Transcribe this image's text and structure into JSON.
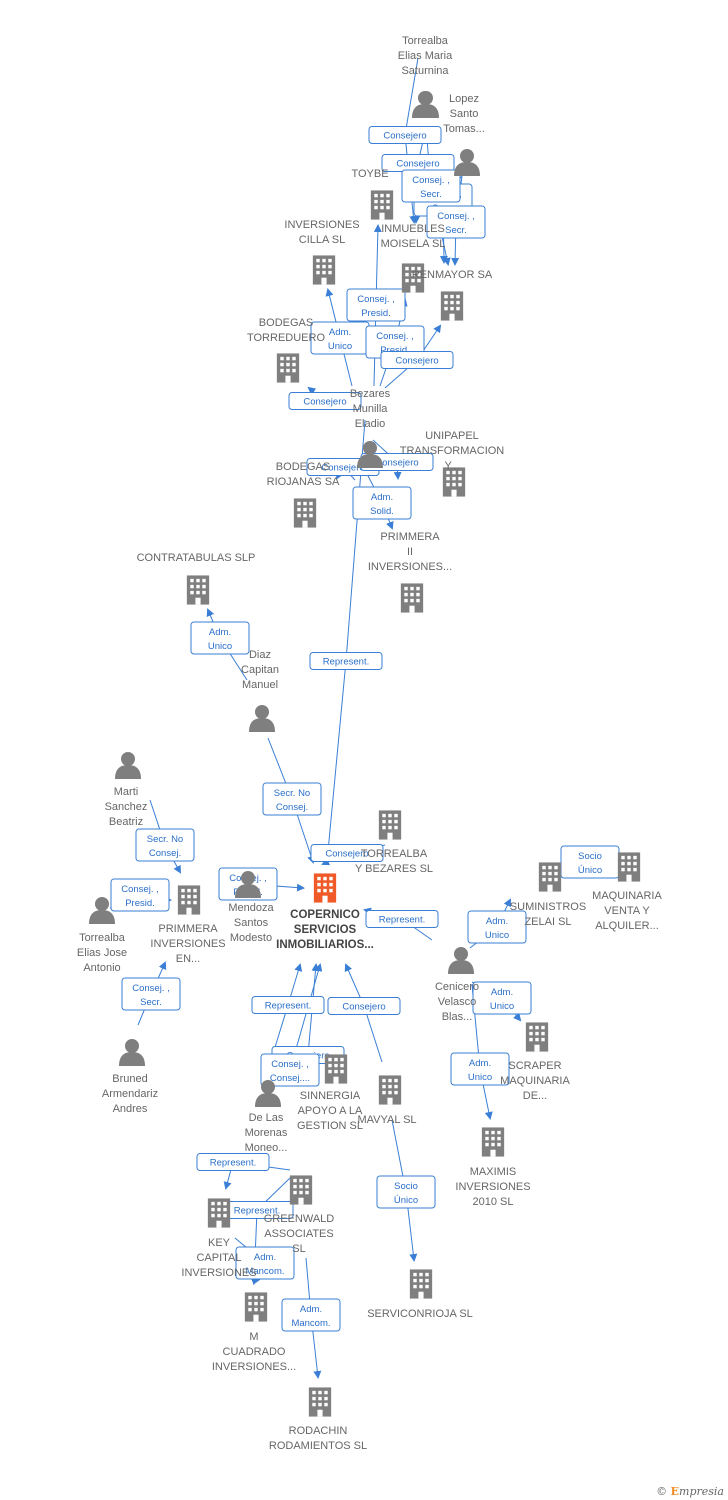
{
  "colors": {
    "edge": "#3a7fd5",
    "node": "#7f7f7f",
    "main_node": "#f05a28"
  },
  "nodes": [
    {
      "id": "copernico",
      "type": "company",
      "main": true,
      "lines": [
        "COPERNICO",
        "SERVICIOS",
        "INMOBILIARIOS..."
      ]
    },
    {
      "id": "torrealba_elias_maria",
      "type": "person",
      "lines": [
        "Torrealba",
        "Elias Maria",
        "Saturnina"
      ]
    },
    {
      "id": "lopez_santo",
      "type": "person",
      "lines": [
        "Lopez",
        "Santo",
        "Tomas..."
      ]
    },
    {
      "id": "person_top2",
      "type": "person",
      "lines": []
    },
    {
      "id": "toybe",
      "type": "company",
      "lines": [
        "TOYBE"
      ]
    },
    {
      "id": "inmuebles_moisela",
      "type": "company",
      "lines": [
        "INMUEBLES",
        "MOISELA SL"
      ]
    },
    {
      "id": "inversiones_cilla",
      "type": "company",
      "lines": [
        "INVERSIONES",
        "CILLA SL"
      ]
    },
    {
      "id": "bodegas_torreduero",
      "type": "company",
      "lines": [
        "BODEGAS",
        "TORREDUERO"
      ]
    },
    {
      "id": "rendimientos_mayor",
      "type": "company",
      "lines": [
        "RENMAYOR SA"
      ]
    },
    {
      "id": "bezares_munilla",
      "type": "person",
      "lines": [
        "Bezares",
        "Munilla",
        "Eladio"
      ]
    },
    {
      "id": "unipapel",
      "type": "company",
      "lines": [
        "UNIPAPEL",
        "TRANSFORMACION",
        "Y..."
      ]
    },
    {
      "id": "bodegas_riojanas",
      "type": "company",
      "lines": [
        "BODEGAS",
        "RIOJANAS SA"
      ]
    },
    {
      "id": "primmera_ii",
      "type": "company",
      "lines": [
        "PRIMMERA",
        "II",
        "INVERSIONES..."
      ]
    },
    {
      "id": "contratabulas",
      "type": "company",
      "lines": [
        "CONTRATABULAS SLP"
      ]
    },
    {
      "id": "diaz_capitan",
      "type": "person",
      "lines": [
        "Diaz",
        "Capitan",
        "Manuel"
      ]
    },
    {
      "id": "marti_sanchez",
      "type": "person",
      "lines": [
        "Marti",
        "Sanchez",
        "Beatriz"
      ]
    },
    {
      "id": "torrealba_bezares",
      "type": "company",
      "lines": [
        "TORREALBA",
        "Y BEZARES SL"
      ]
    },
    {
      "id": "suministros_zelai",
      "type": "company",
      "lines": [
        "SUMINISTROS",
        "ZELAI SL"
      ]
    },
    {
      "id": "maquinaria_venta",
      "type": "company",
      "lines": [
        "MAQUINARIA",
        "VENTA Y",
        "ALQUILER..."
      ]
    },
    {
      "id": "torrealba_elias_jose",
      "type": "person",
      "lines": [
        "Torrealba",
        "Elias Jose",
        "Antonio"
      ]
    },
    {
      "id": "primmera_inversiones_en",
      "type": "company",
      "lines": [
        "PRIMMERA",
        "INVERSIONES",
        "EN..."
      ]
    },
    {
      "id": "mendoza_santos",
      "type": "person",
      "lines": [
        "Mendoza",
        "Santos",
        "Modesto"
      ]
    },
    {
      "id": "cenicero_velasco",
      "type": "person",
      "lines": [
        "Cenicero",
        "Velasco",
        "Blas..."
      ]
    },
    {
      "id": "scraper",
      "type": "company",
      "lines": [
        "SCRAPER",
        "MAQUINARIA",
        "DE..."
      ]
    },
    {
      "id": "bruned",
      "type": "person",
      "lines": [
        "Bruned",
        "Armendariz",
        "Andres"
      ]
    },
    {
      "id": "de_las_morenas",
      "type": "person",
      "lines": [
        "De Las",
        "Morenas",
        "Moneo..."
      ]
    },
    {
      "id": "sinnergia",
      "type": "company",
      "lines": [
        "SINNERGIA",
        "APOYO A LA",
        "GESTION SL"
      ]
    },
    {
      "id": "mavyal",
      "type": "company",
      "lines": [
        "MAVYAL SL"
      ]
    },
    {
      "id": "maximis",
      "type": "company",
      "lines": [
        "MAXIMIS",
        "INVERSIONES",
        "2010 SL"
      ]
    },
    {
      "id": "greenwald",
      "type": "company",
      "lines": [
        "GREENWALD",
        "ASSOCIATES",
        "SL"
      ]
    },
    {
      "id": "key_capital",
      "type": "company",
      "lines": [
        "KEY",
        "CAPITAL",
        "INVERSIONES"
      ]
    },
    {
      "id": "serviconrioja",
      "type": "company",
      "lines": [
        "SERVICONRIOJA SL"
      ]
    },
    {
      "id": "m_cuadrado",
      "type": "company",
      "lines": [
        "M",
        "CUADRADO",
        "INVERSIONES..."
      ]
    },
    {
      "id": "rodachin",
      "type": "company",
      "lines": [
        "RODACHIN",
        "RODAMIENTOS SL"
      ]
    }
  ],
  "relations": [
    {
      "from": "torrealba_elias_maria",
      "to": "inmuebles_moisela",
      "lines": [
        "Consejero"
      ]
    },
    {
      "from": "lopez_santo",
      "to": "inmuebles_moisela",
      "lines": [
        "Consejero"
      ]
    },
    {
      "from": "person_top2",
      "to": "inmuebles_moisela",
      "lines": [
        "Consej. ,",
        "Secr."
      ]
    },
    {
      "from": "person_top2",
      "to": "rendimientos_mayor",
      "lines": [
        "Consej. ,",
        "Secr."
      ]
    },
    {
      "from": "lopez_santo",
      "to": "rendimientos_mayor",
      "lines": [
        "Consej. ,",
        "Secr."
      ]
    },
    {
      "from": "bezares_munilla",
      "to": "inversiones_cilla",
      "lines": [
        "Adm.",
        "Unico"
      ]
    },
    {
      "from": "bezares_munilla",
      "to": "toybe",
      "lines": [
        "Consej. ,",
        "Presid."
      ]
    },
    {
      "from": "bezares_munilla",
      "to": "inmuebles_moisela",
      "lines": [
        "Consej. ,",
        "Presid."
      ]
    },
    {
      "from": "bezares_munilla",
      "to": "rendimientos_mayor",
      "lines": [
        "Consejero"
      ]
    },
    {
      "from": "bezares_munilla",
      "to": "bodegas_torreduero",
      "lines": [
        "Consejero"
      ]
    },
    {
      "from": "bezares_munilla",
      "to": "bodegas_riojanas",
      "lines": [
        "Consejero"
      ]
    },
    {
      "from": "bezares_munilla",
      "to": "unipapel",
      "lines": [
        "Consejero"
      ]
    },
    {
      "from": "bezares_munilla",
      "to": "primmera_ii",
      "lines": [
        "Adm.",
        "Solid."
      ]
    },
    {
      "from": "bezares_munilla",
      "to": "copernico",
      "lines": [
        "Represent."
      ]
    },
    {
      "from": "diaz_capitan",
      "to": "contratabulas",
      "lines": [
        "Adm.",
        "Unico"
      ]
    },
    {
      "from": "diaz_capitan",
      "to": "copernico",
      "lines": [
        "Secr.  No",
        "Consej."
      ]
    },
    {
      "from": "torrealba_bezares",
      "to": "copernico",
      "lines": [
        "Consejero"
      ]
    },
    {
      "from": "marti_sanchez",
      "to": "primmera_inversiones_en",
      "lines": [
        "Secr.  No",
        "Consej."
      ]
    },
    {
      "from": "torrealba_elias_jose",
      "to": "primmera_inversiones_en",
      "lines": [
        "Consej. ,",
        "Presid."
      ]
    },
    {
      "from": "mendoza_santos",
      "to": "copernico",
      "lines": [
        "Consej. ,",
        "Presid."
      ]
    },
    {
      "from": "bruned",
      "to": "primmera_inversiones_en",
      "lines": [
        "Consej. ,",
        "Secr."
      ]
    },
    {
      "from": "cenicero_velasco",
      "to": "copernico",
      "lines": [
        "Represent."
      ]
    },
    {
      "from": "cenicero_velasco",
      "to": "suministros_zelai",
      "lines": [
        "Adm.",
        "Unico"
      ]
    },
    {
      "from": "suministros_zelai",
      "to": "maquinaria_venta",
      "lines": [
        "Socio",
        "Único"
      ]
    },
    {
      "from": "cenicero_velasco",
      "to": "scraper",
      "lines": [
        "Adm.",
        "Unico"
      ]
    },
    {
      "from": "cenicero_velasco",
      "to": "maximis",
      "lines": [
        "Adm.",
        "Unico"
      ]
    },
    {
      "from": "de_las_morenas",
      "to": "copernico",
      "lines": [
        "Represent."
      ]
    },
    {
      "from": "de_las_morenas",
      "to": "copernico",
      "lines": [
        "Consejero"
      ]
    },
    {
      "from": "de_las_morenas",
      "to": "copernico",
      "lines": [
        "Consej. ,",
        "Consej...."
      ]
    },
    {
      "from": "mavyal",
      "to": "copernico",
      "lines": [
        "Consejero"
      ]
    },
    {
      "from": "mavyal",
      "to": "serviconrioja",
      "lines": [
        "Socio",
        "Único"
      ]
    },
    {
      "from": "greenwald",
      "to": "key_capital",
      "lines": [
        "Represent."
      ]
    },
    {
      "from": "greenwald",
      "to": "m_cuadrado",
      "lines": [
        "Represent."
      ]
    },
    {
      "from": "key_capital",
      "to": "m_cuadrado",
      "lines": [
        "Adm.",
        "Mancom."
      ]
    },
    {
      "from": "greenwald",
      "to": "rodachin",
      "lines": [
        "Adm.",
        "Mancom."
      ]
    }
  ],
  "footer": {
    "copyright": "©",
    "brand_initial": "E",
    "brand_rest": "mpresia"
  }
}
